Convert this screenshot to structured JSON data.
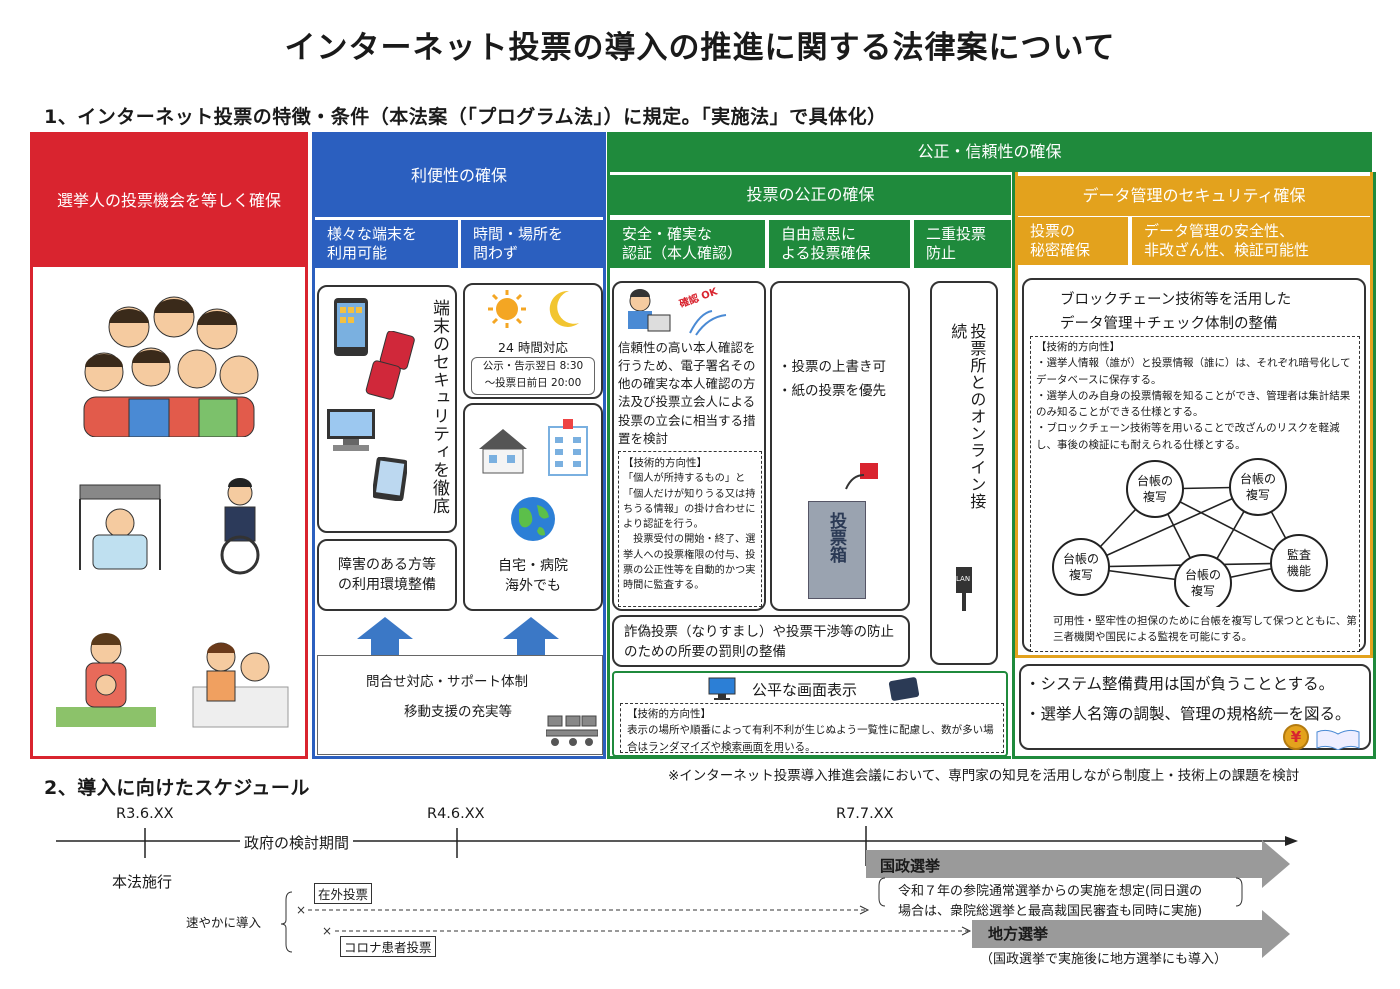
{
  "title": "インターネット投票の導入の推進に関する法律案について",
  "section1": "1、インターネット投票の特徴・条件（本法案（「プログラム法」）に規定。「実施法」で具体化）",
  "col_red": {
    "header": "選挙人の投票機会を等しく確保"
  },
  "col_blue": {
    "header": "利便性の確保",
    "sub1": "様々な端末を\n利用可能",
    "sub2": "時間・場所を\n問わず",
    "security_text": "端末のセキュリティを徹底",
    "hours_title": "24 時間対応",
    "hours_line1": "公示・告示翌日 8:30",
    "hours_line2": "～投票日前日 20:00",
    "disabled_text": "障害のある方等\nの利用環境整備",
    "anywhere_text": "自宅・病院\n海外でも",
    "support1": "問合せ対応・サポート体制",
    "support2": "移動支援の充実等"
  },
  "col_green": {
    "top": "公正・信頼性の確保",
    "header": "投票の公正の確保",
    "sub1": "安全・確実な\n認証（本人確認）",
    "sub2": "自由意思に\nよる投票確保",
    "sub3": "二重投票\n防止",
    "auth_stamp": "確認 OK",
    "auth_text": "信頼性の高い本人確認を行うため、電子署名その他の確実な本人確認の方法及び投票立会人による投票の立会に相当する措置を検討",
    "tech_label": "【技術的方向性】",
    "tech_auth": "「個人が所持するもの」と「個人だけが知りうる又は持ちうる情報」の掛け合わせにより認証を行う。\n　投票受付の開始・終了、選挙人への投票権限の付与、投票の公正性等を自動的かつ実時間に監査する。",
    "free1": "・投票の上書き可",
    "free2": "・紙の投票を優先",
    "ballot_box": "投票箱",
    "online_text": "投票所とのオンライン接続",
    "lan_label": "LAN",
    "penalty": "詐偽投票（なりすまし）や投票干渉等の防止のための所要の罰則の整備",
    "fair_display": "公平な画面表示",
    "fair_tech": "表示の場所や順番によって有利不利が生じぬよう一覧性に配慮し、数が多い場合はランダマイズや検索画面を用いる。"
  },
  "col_yellow": {
    "header": "データ管理のセキュリティ確保",
    "sub1": "投票の\n秘密確保",
    "sub2": "データ管理の安全性、\n非改ざん性、検証可能性",
    "block_title1": "ブロックチェーン技術等を活用した",
    "block_title2": "データ管理＋チェック体制の整備",
    "tech_items": [
      "・選挙人情報（誰が）と投票情報（誰に）は、それぞれ暗号化してデータベースに保存する。",
      "・選挙人のみ自身の投票情報を知ることができ、管理者は集計結果のみ知ることができる仕様とする。",
      "・ブロックチェーン技術等を用いることで改ざんのリスクを軽減し、事後の検証にも耐えられる仕様とする。"
    ],
    "node_ledger": "台帳の\n複写",
    "node_audit": "監査\n機能",
    "avail_text": "可用性・堅牢性の担保のために台帳を複写して保つとともに、第三者機関や国民による監視を可能にする。",
    "cost1": "・システム整備費用は国が負うこととする。",
    "cost2": "・選挙人名簿の調製、管理の規格統一を図る。",
    "yen": "¥"
  },
  "note": "※インターネット投票導入推進会議において、専門家の知見を活用しながら制度上・技術上の課題を検討",
  "section2": "2、導入に向けたスケジュール",
  "schedule": {
    "d1": "R3.6.XX",
    "d2": "R4.6.XX",
    "d3": "R7.7.XX",
    "period": "政府の検討期間",
    "enact": "本法施行",
    "quick": "速やかに導入",
    "overseas": "在外投票",
    "covid": "コロナ患者投票",
    "national": "国政選挙",
    "national_note1": "令和７年の参院通常選挙からの実施を想定(同日選の",
    "national_note2": "場合は、衆院総選挙と最高裁国民審査も同時に実施)",
    "local": "地方選挙",
    "local_note": "（国政選挙で実施後に地方選挙にも導入）"
  },
  "colors": {
    "red": "#d9242f",
    "blue": "#2b5fbf",
    "green": "#1f8a3c",
    "yellow": "#e3a21d",
    "arrow_blue": "#3b78c6"
  }
}
